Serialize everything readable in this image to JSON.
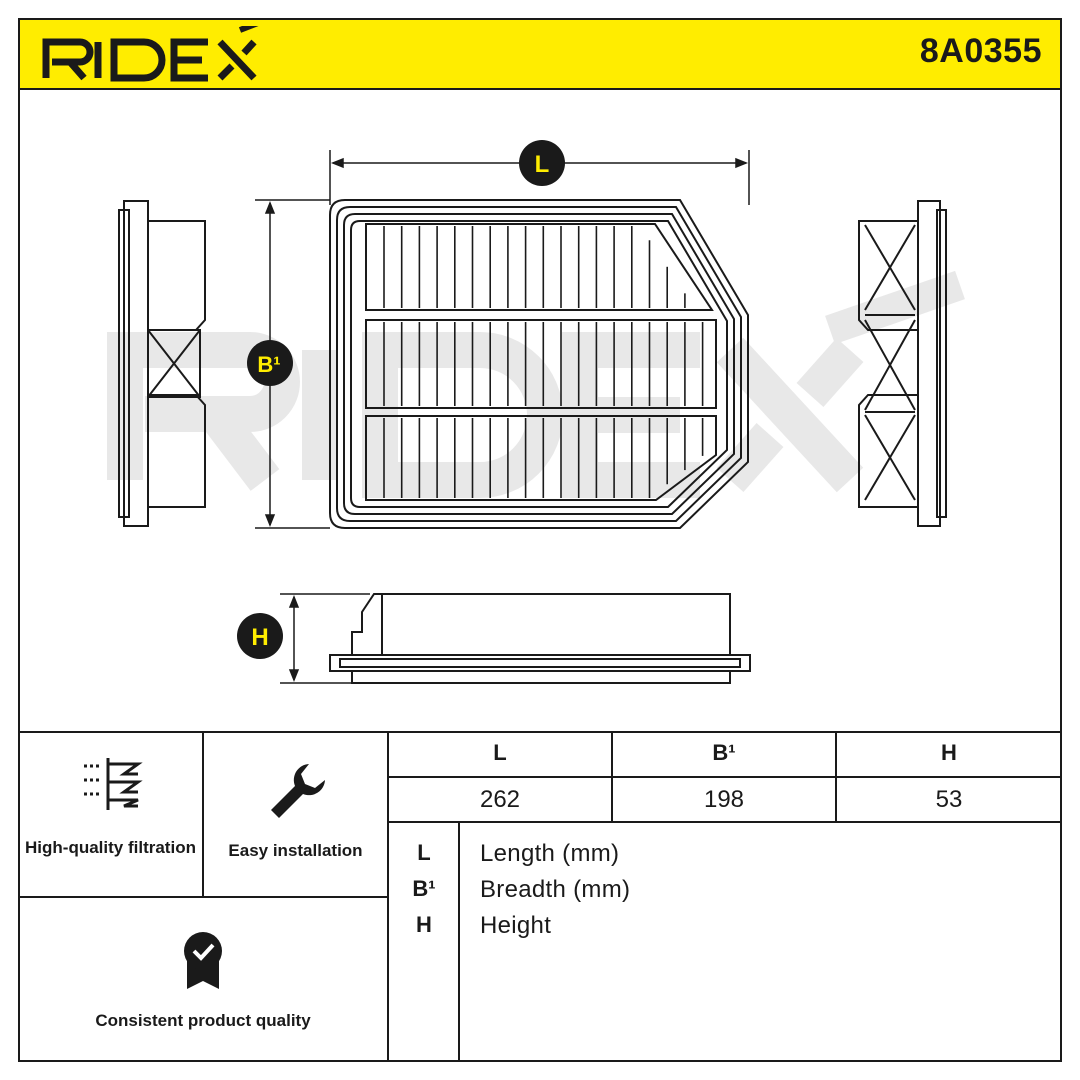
{
  "brand": {
    "logo_text": "RIDEX",
    "part_number": "8A0355"
  },
  "dimension_markers": {
    "length": "L",
    "breadth": "B¹",
    "height": "H"
  },
  "features": [
    {
      "icon": "filtration-icon",
      "label": "High-quality filtration"
    },
    {
      "icon": "wrench-icon",
      "label": "Easy installation"
    },
    {
      "icon": "quality-badge-icon",
      "label": "Consistent product quality"
    }
  ],
  "dimensions_table": {
    "headers": [
      "L",
      "B¹",
      "H"
    ],
    "values": [
      "262",
      "198",
      "53"
    ]
  },
  "legend": [
    {
      "key": "L",
      "desc": "Length (mm)"
    },
    {
      "key": "B¹",
      "desc": "Breadth (mm)"
    },
    {
      "key": "H",
      "desc": "Height"
    }
  ],
  "colors": {
    "accent": "#ffed00",
    "ink": "#1a1a1a",
    "watermark": "#e6e6e6"
  }
}
